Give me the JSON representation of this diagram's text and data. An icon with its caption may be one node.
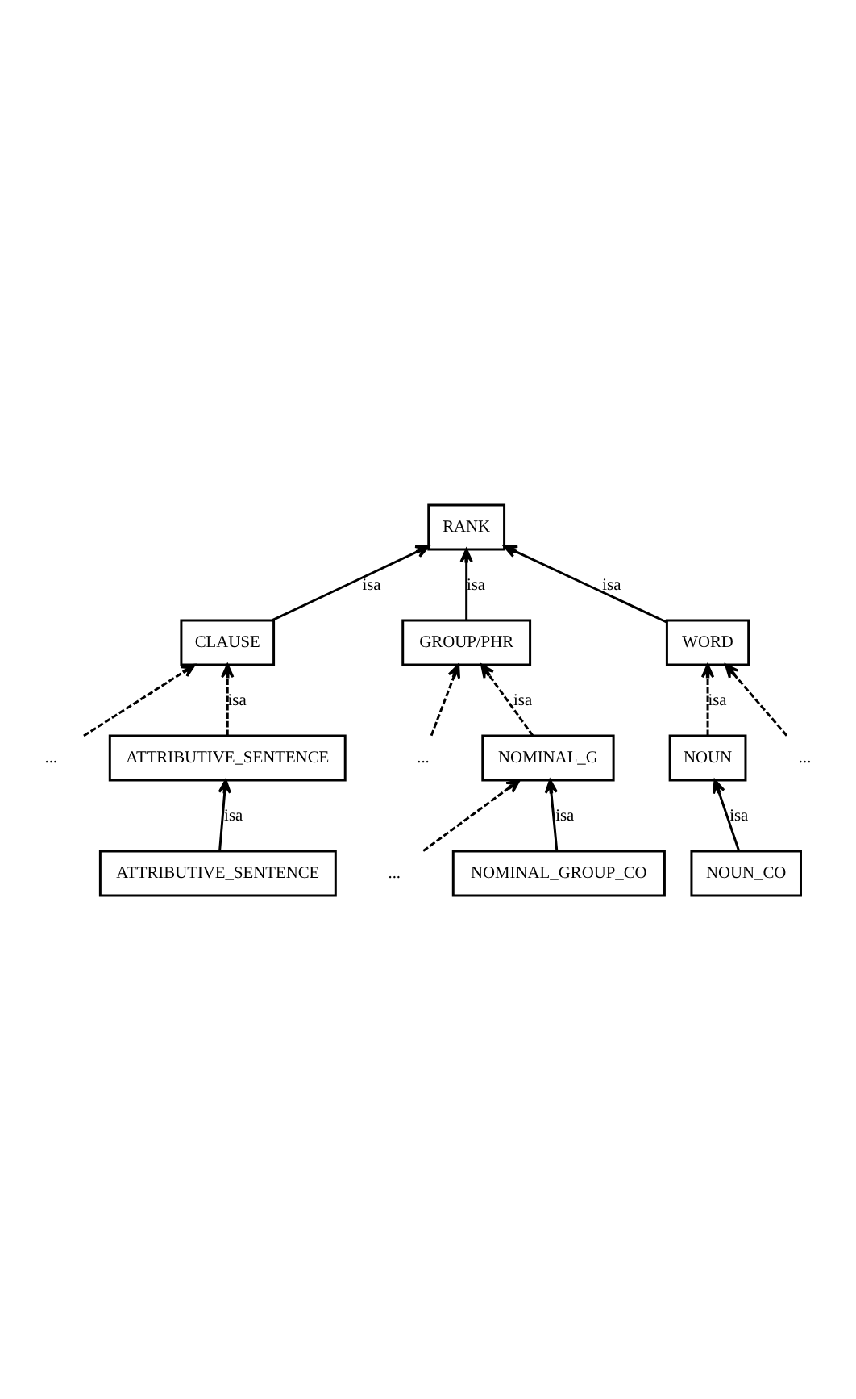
{
  "diagram": {
    "nodes": [
      {
        "text": [
          "RANK"
        ]
      },
      {
        "text": [
          "CLAUSE"
        ]
      },
      {
        "text": [
          "GROUP/PHR"
        ]
      },
      {
        "text": [
          "WORD"
        ]
      },
      {
        "text": [
          "..."
        ]
      },
      {
        "text": [
          "..."
        ]
      },
      {
        "text": [
          "ATTRIBUTIVE_SENTENCE"
        ]
      },
      {
        "text": [
          "NOMINAL_G"
        ]
      },
      {
        "text": [
          "NOUN"
        ]
      },
      {
        "text": [
          "..."
        ]
      },
      {
        "text": [
          "..."
        ]
      },
      {
        "text": [
          "NOMINAL_GROUP_CO"
        ]
      },
      {
        "text": [
          "ATTRIBUTIVE_SENTENCE"
        ]
      },
      {
        "text": [
          "NOUN_CO"
        ]
      }
    ],
    "edges": [
      {
        "from": 1,
        "to": 0,
        "arrow": "to",
        "label": "isa"
      },
      {
        "from": 2,
        "to": 0,
        "arrow": "to",
        "label": "isa"
      },
      {
        "from": 3,
        "to": 0,
        "arrow": "to",
        "label": "isa"
      },
      {
        "from": 6,
        "to": 1,
        "arrow": "to",
        "label": "isa",
        "style": "dashed"
      },
      {
        "from": 4,
        "to": 1,
        "arrow": "to",
        "style": "dashed"
      },
      {
        "from": 5,
        "to": 2,
        "arrow": "to",
        "style": "dashed"
      },
      {
        "from": 7,
        "to": 2,
        "arrow": "to",
        "label": "isa",
        "style": "dashed"
      },
      {
        "from": 8,
        "to": 3,
        "arrow": "to",
        "label": "isa",
        "style": "dashed"
      },
      {
        "from": 9,
        "to": 3,
        "arrow": "to",
        "style": "dashed"
      },
      {
        "from": 12,
        "to": 6,
        "arrow": "to",
        "label": "isa"
      },
      {
        "from": 10,
        "to": 7,
        "arrow": "to",
        "style": "dashed"
      },
      {
        "from": 11,
        "to": 7,
        "arrow": "to",
        "label": "isa"
      },
      {
        "from": 13,
        "to": 8,
        "arrow": "to",
        "label": "isa"
      }
    ]
  }
}
